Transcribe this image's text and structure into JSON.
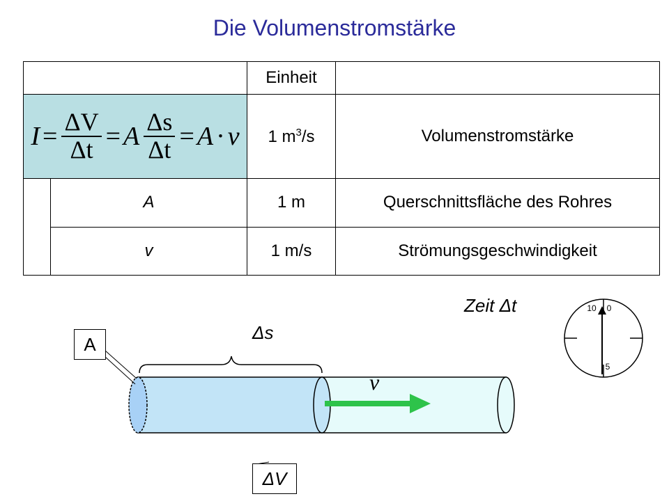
{
  "title": "Die Volumenstromstärke",
  "table": {
    "header": {
      "unit": "Einheit"
    },
    "rows": [
      {
        "symbol": "I = ΔV/Δt = A·Δs/Δt = A·v",
        "unit_base": "1 m",
        "unit_exp": "3",
        "unit_tail": "/s",
        "name": "Volumenstromstärke"
      },
      {
        "symbol": "A",
        "unit": "1 m",
        "name": "Querschnittsfläche des Rohres"
      },
      {
        "symbol": "v",
        "unit": "1 m/s",
        "name": "Strömungsgeschwindigkeit"
      }
    ]
  },
  "formula": {
    "lhs": "I",
    "eq": "=",
    "frac1_num": "ΔV",
    "frac1_den": "Δt",
    "a": "A",
    "frac2_num": "Δs",
    "frac2_den": "Δt",
    "dot": "·",
    "v": "v"
  },
  "diagram": {
    "zeit_label": "Zeit Δt",
    "delta_s_label": "Δs",
    "a_label": "A",
    "v_label": "v",
    "delta_v_label": "ΔV",
    "clock": {
      "tick_10": "10",
      "tick_0": "0",
      "tick_5": "5"
    },
    "colors": {
      "filled_volume": "#c2e4f7",
      "pipe_rest": "#e6fbfb",
      "cap": "#a8d1f6",
      "arrow": "#2ec34a",
      "table_highlight": "#b9dfe3",
      "title": "#2b2b9a"
    }
  }
}
